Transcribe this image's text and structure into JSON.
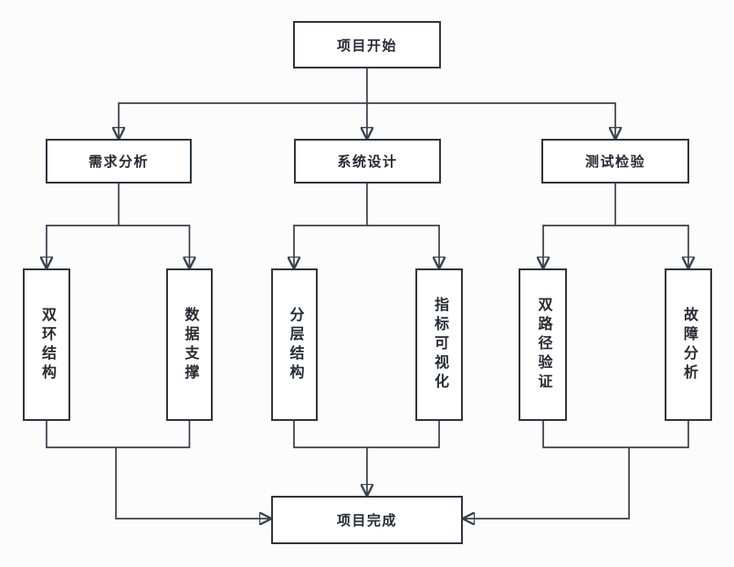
{
  "nodes": {
    "start": {
      "label": "项目开始"
    },
    "phases": [
      {
        "label": "需求分析"
      },
      {
        "label": "系统设计"
      },
      {
        "label": "测试检验"
      }
    ],
    "subs": [
      {
        "label": "双环结构"
      },
      {
        "label": "数据支撑"
      },
      {
        "label": "分层结构"
      },
      {
        "label": "指标可视化"
      },
      {
        "label": "双路径验证"
      },
      {
        "label": "故障分析"
      }
    ],
    "end": {
      "label": "项目完成"
    }
  },
  "edges": [
    {
      "from": "项目开始",
      "to": "需求分析",
      "arrow": true
    },
    {
      "from": "项目开始",
      "to": "系统设计",
      "arrow": true
    },
    {
      "from": "项目开始",
      "to": "测试检验",
      "arrow": true
    },
    {
      "from": "需求分析",
      "to": "双环结构",
      "arrow": true
    },
    {
      "from": "需求分析",
      "to": "数据支撑",
      "arrow": true
    },
    {
      "from": "系统设计",
      "to": "分层结构",
      "arrow": true
    },
    {
      "from": "系统设计",
      "to": "指标可视化",
      "arrow": true
    },
    {
      "from": "测试检验",
      "to": "双路径验证",
      "arrow": true
    },
    {
      "from": "测试检验",
      "to": "故障分析",
      "arrow": true
    },
    {
      "from": "双环结构 + 数据支撑",
      "to": "项目完成",
      "arrow": true
    },
    {
      "from": "分层结构 + 指标可视化",
      "to": "项目完成",
      "arrow": true
    },
    {
      "from": "双路径验证 + 故障分析",
      "to": "项目完成",
      "arrow": true
    }
  ],
  "colors": {
    "line": "#3a414b",
    "node_border": "#2f3640",
    "node_bg": "#ffffff",
    "canvas_bg": "#fcfcfc",
    "text": "#262b33"
  }
}
